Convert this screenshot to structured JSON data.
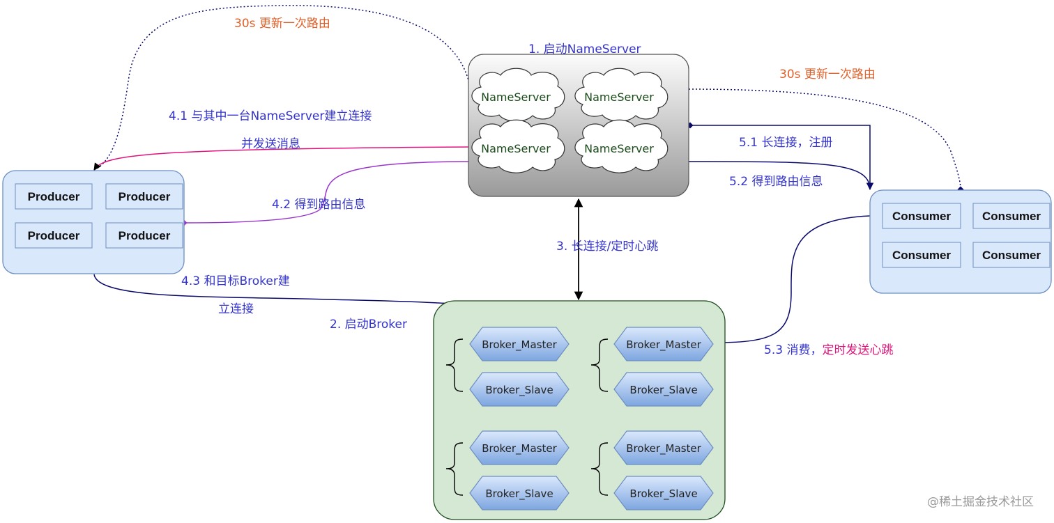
{
  "nameserver": {
    "title": "1. 启动NameServer",
    "nodes": [
      "NameServer",
      "NameServer",
      "NameServer",
      "NameServer"
    ]
  },
  "producer": {
    "nodes": [
      "Producer",
      "Producer",
      "Producer",
      "Producer"
    ]
  },
  "consumer": {
    "nodes": [
      "Consumer",
      "Consumer",
      "Consumer",
      "Consumer"
    ]
  },
  "broker": {
    "title": "2. 启动Broker",
    "nodes": [
      "Broker_Master",
      "Broker_Slave",
      "Broker_Master",
      "Broker_Slave",
      "Broker_Master",
      "Broker_Slave",
      "Broker_Master",
      "Broker_Slave"
    ]
  },
  "labels": {
    "producer_refresh": "30s 更新一次路由",
    "consumer_refresh": "30s 更新一次路由",
    "step_4_1_line1": "4.1 与其中一台NameServer建立连接",
    "step_4_1_line2": "并发送消息",
    "step_4_2": "4.2 得到路由信息",
    "step_4_3_line1": "4.3 和目标Broker建",
    "step_4_3_line2": "立连接",
    "step_3": "3. 长连接/定时心跳",
    "step_5_1": "5.1 长连接，注册",
    "step_5_2": "5.2 得到路由信息",
    "step_5_3_prefix": "5.3 消费，",
    "step_5_3_suffix": "定时发送心跳"
  },
  "watermark": "@稀土掘金技术社区",
  "colors": {
    "nameserver_fill_top": "#fcfcfc",
    "nameserver_fill_bottom": "#9a9a9a",
    "client_fill": "#dae8fc",
    "client_stroke": "#6c8ebf",
    "broker_fill": "#d5e8d4",
    "broker_stroke": "#1d4d1d",
    "broker_node_top": "#dae8fc",
    "broker_node_bottom": "#7ea6e0",
    "label_blue": "#3333cc",
    "label_orange": "#e0602a",
    "label_magenta": "#e0137a",
    "link_navy": "#0a0a6b",
    "link_pink": "#e0137a",
    "link_purple": "#9933cc"
  }
}
